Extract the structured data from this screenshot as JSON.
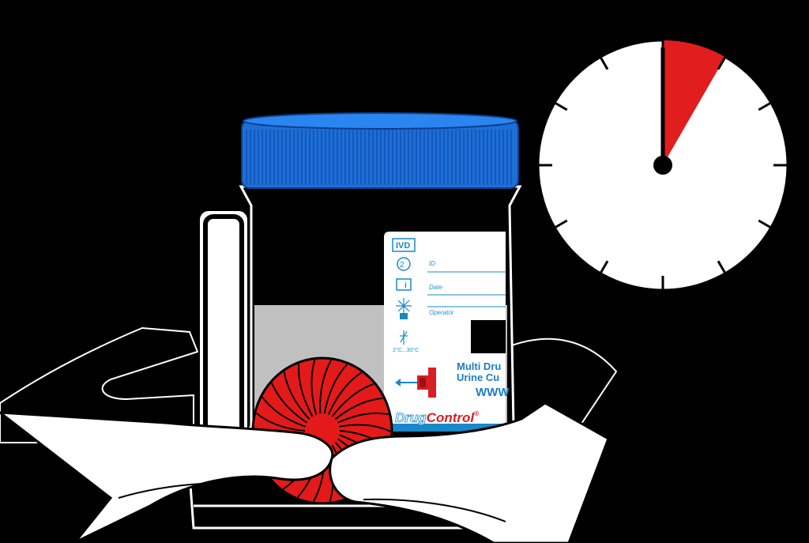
{
  "label": {
    "ivd": "IVD",
    "field_id": "ID",
    "field_date": "Date",
    "field_operator": "Operator",
    "temperature": "2°C...30°C",
    "product_line1": "Multi Dru",
    "product_line2": "Urine Cu",
    "website": "WWW",
    "brand_part1": "Drug",
    "brand_part2": "Control",
    "brand_mark": "®"
  },
  "timer": {
    "elapsed_fraction": 0.0833,
    "fill_color": "#e21d1d"
  },
  "colors": {
    "cap": "#1d6fd6",
    "cap_dark": "#0f4fb0",
    "liquid": "#c0c0c0",
    "stopper": "#e41a1a",
    "label_accent": "#1a88c8",
    "brand_red": "#d81f26"
  }
}
